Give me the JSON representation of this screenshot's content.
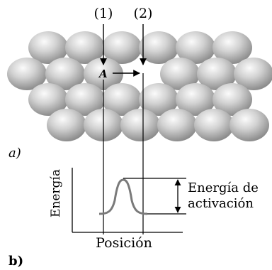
{
  "figure": {
    "part_a": {
      "label": "a)",
      "vacancy_label_1": "(1)",
      "vacancy_label_2": "(2)",
      "atom_label": "A"
    },
    "part_b": {
      "label": "b)",
      "y_axis_label": "Energía",
      "x_axis_label": "Posición",
      "annotation_line1": "Energía de",
      "annotation_line2": "activación"
    }
  }
}
